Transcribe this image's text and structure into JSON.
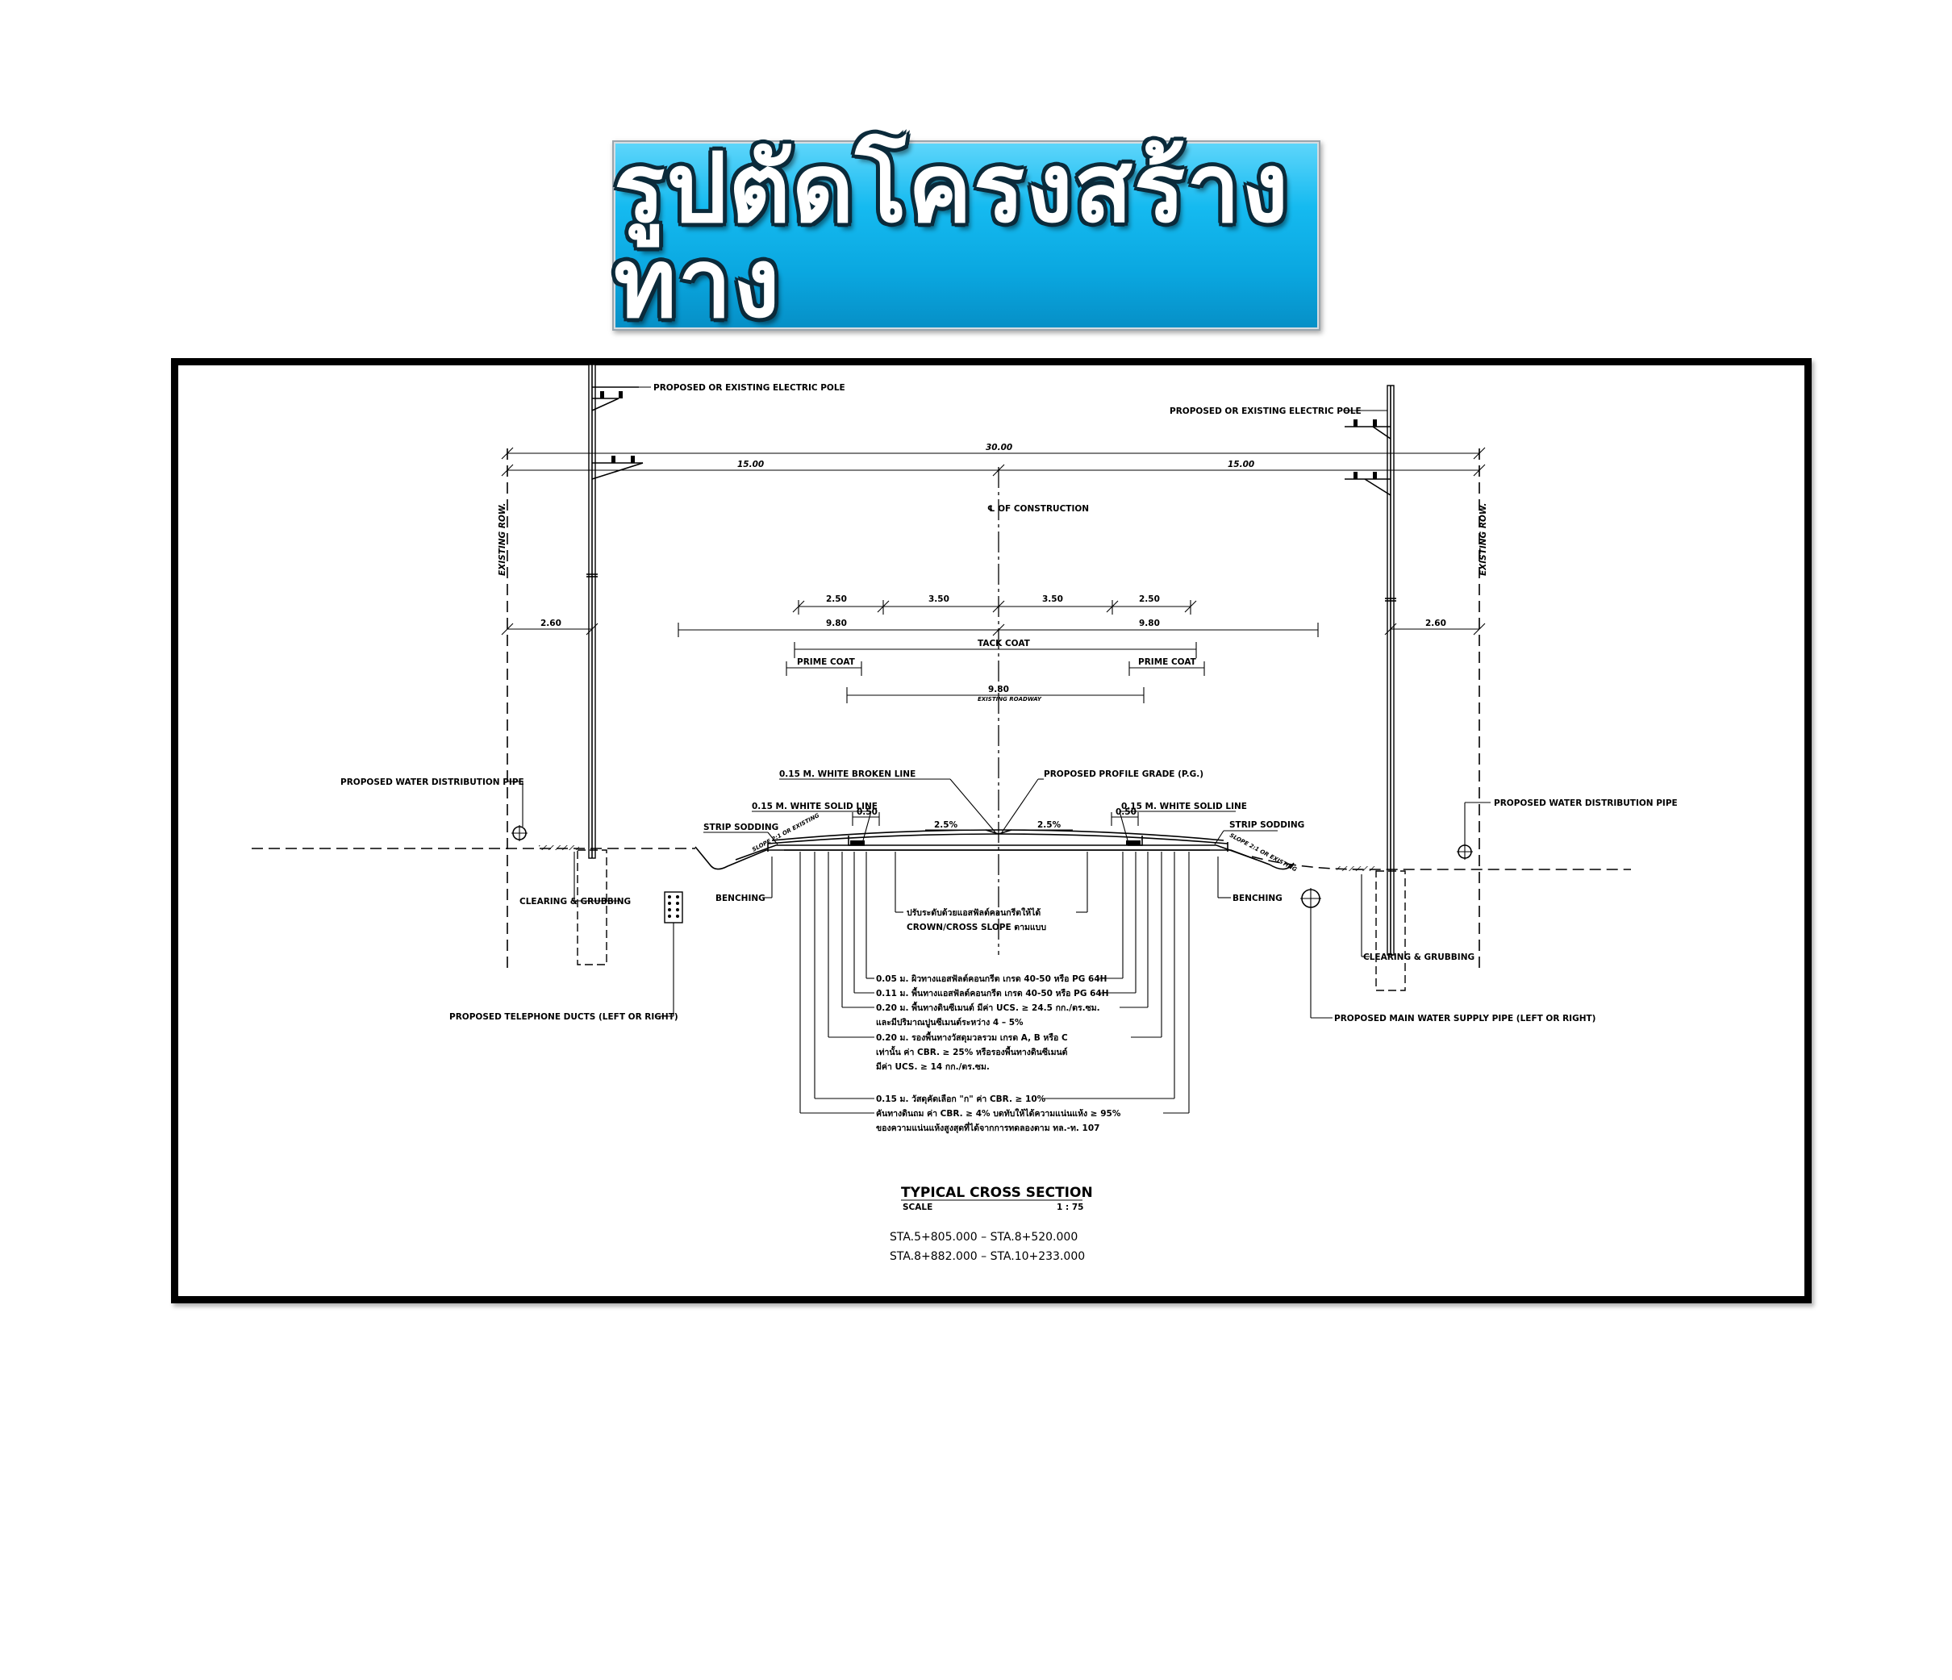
{
  "title": "รูปตัดโครงสร้างทาง",
  "labels": {
    "pole_left": "PROPOSED OR EXISTING ELECTRIC POLE",
    "pole_right": "PROPOSED OR EXISTING ELECTRIC POLE",
    "row_left": "EXISTING ROW.",
    "row_right": "EXISTING ROW.",
    "construction": "℄ OF CONSTRUCTION",
    "water_left": "PROPOSED WATER DISTRIBUTION PIPE",
    "water_right": "PROPOSED WATER DISTRIBUTION PIPE",
    "broken_line": "0.15 M. WHITE BROKEN LINE",
    "profile_grade": "PROPOSED PROFILE GRADE (P.G.)",
    "solid_line_left": "0.15 M. WHITE SOLID LINE",
    "solid_line_right": "0.15 M. WHITE SOLID LINE",
    "strip_left": "STRIP SODDING",
    "strip_right": "STRIP SODDING",
    "slope_left": "SLOPE 2:1 OR EXISTING",
    "slope_right": "SLOPE 2:1 OR EXISTING",
    "bench_left": "BENCHING",
    "bench_right": "BENCHING",
    "clear_left": "CLEARING & GRUBBING",
    "clear_right": "CLEARING & GRUBBING",
    "telephone": "PROPOSED TELEPHONE DUCTS (LEFT OR RIGHT)",
    "main_water": "PROPOSED MAIN WATER SUPPLY PIPE (LEFT OR RIGHT)",
    "tack_coat": "TACK COAT",
    "prime_left": "PRIME COAT",
    "prime_right": "PRIME COAT",
    "existing_roadway": "EXISTING ROADWAY",
    "crown_th": "ปรับระดับด้วยแอสฟัลต์คอนกรีตให้ได้",
    "crown_en": "CROWN/CROSS SLOPE ตามแบบ"
  },
  "dims": {
    "total": "30.00",
    "half_left": "15.00",
    "half_right": "15.00",
    "row_left": "2.60",
    "row_right": "2.60",
    "shoulder_left": "2.50",
    "lane_left": "3.50",
    "lane_right": "3.50",
    "shoulder_right": "2.50",
    "half_width_left": "9.80",
    "half_width_right": "9.80",
    "existing": "9.80",
    "offset_left": "0.50",
    "offset_right": "0.50",
    "slope_left": "2.5%",
    "slope_right": "2.5%"
  },
  "layers": [
    "0.05 ม. ผิวทางแอสฟัลต์คอนกรีต เกรด 40-50 หรือ PG 64H",
    "0.11 ม. พื้นทางแอสฟัลต์คอนกรีต เกรด 40-50 หรือ PG 64H",
    "0.20 ม. พื้นทางดินซีเมนต์ มีค่า UCS. ≥ 24.5 กก./ตร.ซม.",
    "และมีปริมาณปูนซีเมนต์ระหว่าง 4 – 5%",
    "0.20 ม. รองพื้นทางวัสดุมวลรวม เกรด A, B หรือ C",
    "เท่านั้น ค่า CBR. ≥ 25% หรือรองพื้นทางดินซีเมนต์",
    "มีค่า UCS. ≥ 14 กก./ตร.ซม.",
    "0.15 ม. วัสดุคัดเลือก \"ก\" ค่า CBR. ≥ 10%",
    "คันทางดินถม ค่า CBR. ≥ 4% บดทับให้ได้ความแน่นแห้ง ≥ 95%",
    "ของความแน่นแห้งสูงสุดที่ได้จากการทดลองตาม ทล.-ท. 107"
  ],
  "caption": {
    "title": "TYPICAL CROSS SECTION",
    "scale_label": "SCALE",
    "scale_value": "1 : 75",
    "sta_1": "STA.5+805.000 – STA.8+520.000",
    "sta_2": "STA.8+882.000 – STA.10+233.000"
  }
}
